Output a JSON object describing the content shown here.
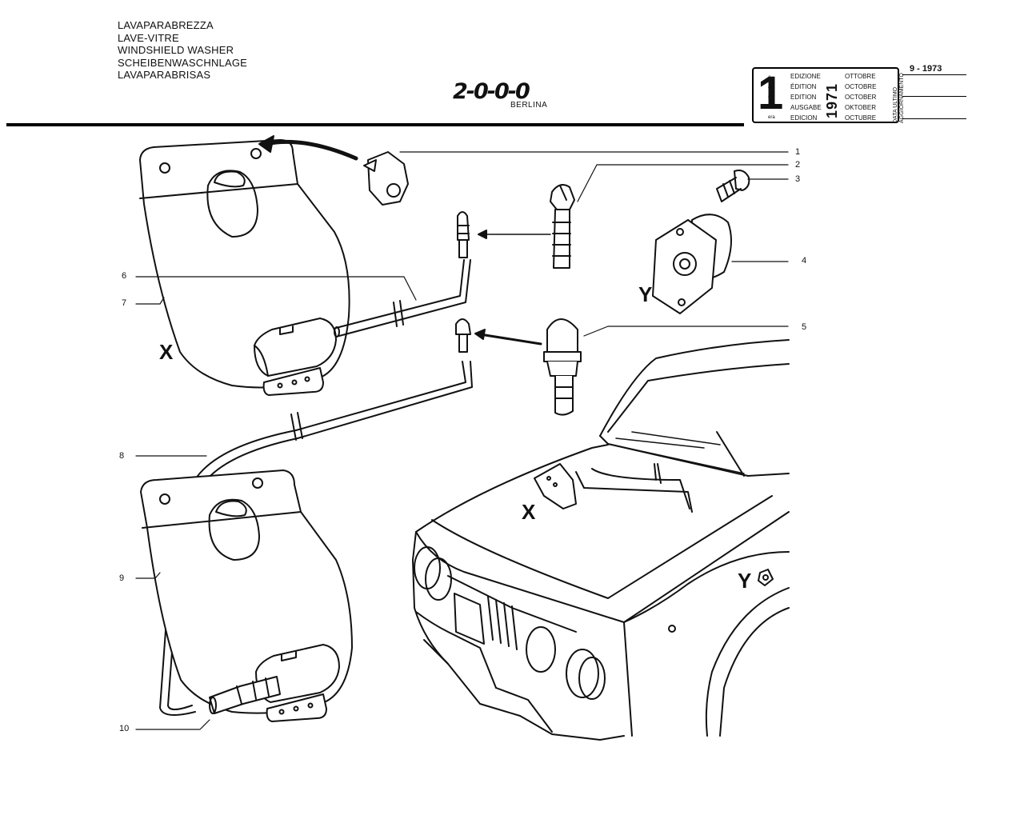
{
  "header": {
    "titles": [
      "LAVAPARABREZZA",
      "LAVE-VITRE",
      "WINDSHIELD WASHER",
      "SCHEIBENWASCHNLAGE",
      "LAVAPARABRISAS"
    ],
    "model_logo": "2-0-0-0",
    "model_subtitle": "BERLINA"
  },
  "edition": {
    "number": "1",
    "suffixes": [
      "a",
      "ère",
      "st",
      ".",
      "era"
    ],
    "labels": [
      "EDIZIONE",
      "ÉDITION",
      "EDITION",
      "AUSGABE",
      "EDICION"
    ],
    "year": "1971",
    "months": [
      "OTTOBRE",
      "OCTOBRE",
      "OCTOBER",
      "OKTOBER",
      "OCTUBRE"
    ],
    "last_update_label": [
      "DATA ULTIMO",
      "AGGIORNAMENTO"
    ],
    "last_update_date": "9 - 1973"
  },
  "callouts": [
    "1",
    "2",
    "3",
    "4",
    "5",
    "6",
    "7",
    "8",
    "9",
    "10"
  ],
  "view_letters": {
    "x_top": "X",
    "y_top": "Y",
    "x_car": "X",
    "y_car": "Y"
  }
}
